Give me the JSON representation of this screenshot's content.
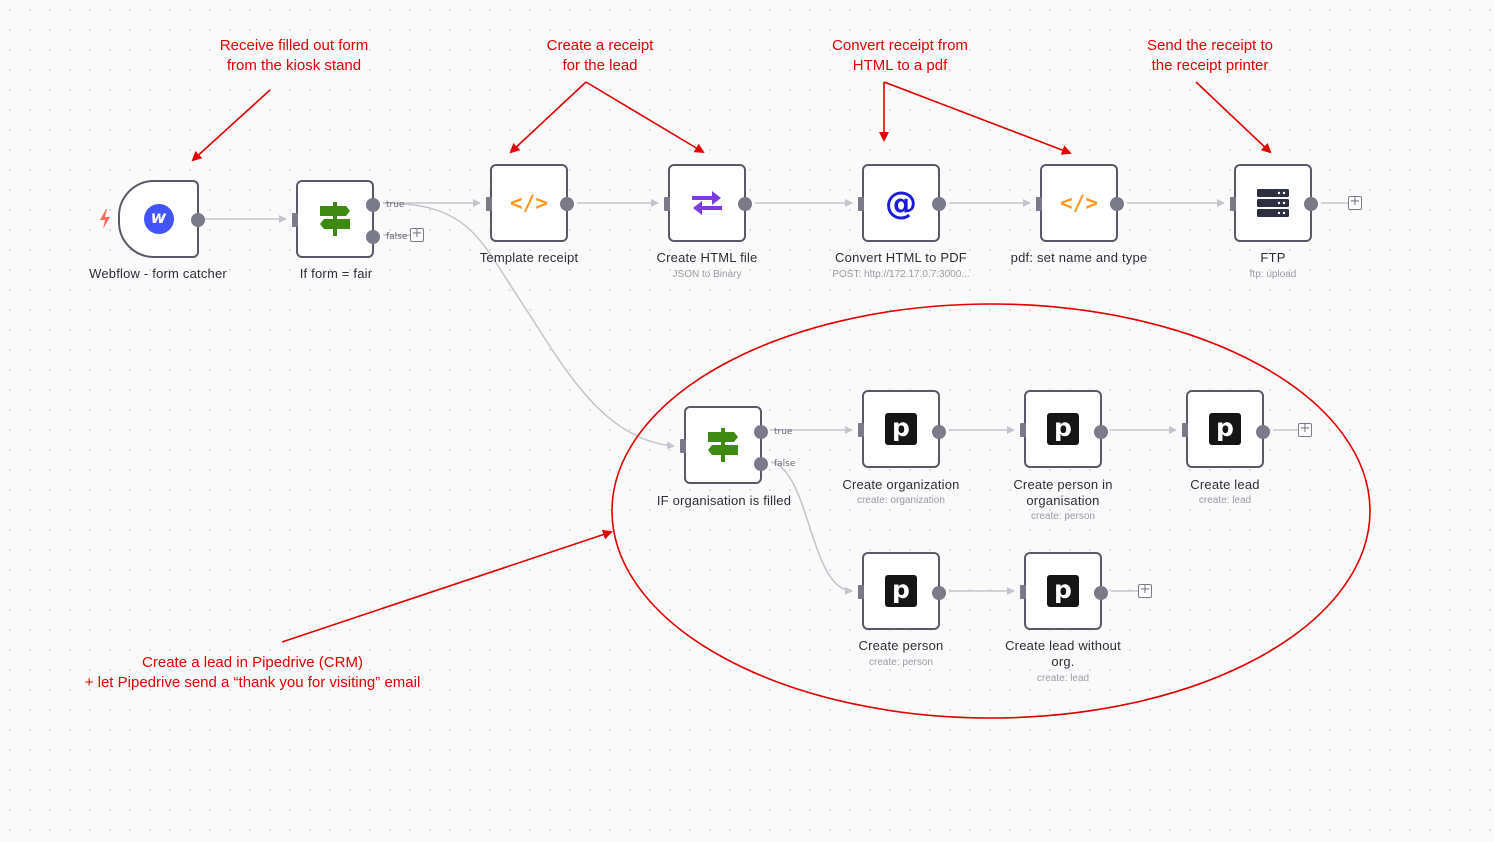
{
  "annotations": {
    "receive_form": [
      "Receive filled out form",
      "from the kiosk stand"
    ],
    "create_receipt": [
      "Create a receipt",
      "for the lead"
    ],
    "convert_receipt": [
      "Convert receipt from",
      "HTML to a pdf"
    ],
    "send_receipt": [
      "Send the receipt to",
      "the receipt printer"
    ],
    "create_lead": [
      "Create a lead in Pipedrive (CRM)",
      "+ let Pipedrive send a “thank you for visiting” email"
    ]
  },
  "nodes": {
    "webflow": {
      "title": "Webflow - form catcher",
      "subtitle": "",
      "icon": "webflow-icon"
    },
    "if_fair": {
      "title": "If form = fair",
      "subtitle": "",
      "icon": "signpost-icon",
      "true_label": "true",
      "false_label": "false"
    },
    "template": {
      "title": "Template receipt",
      "subtitle": "",
      "icon": "code-icon"
    },
    "html_file": {
      "title": "Create HTML file",
      "subtitle": "JSON to Binary",
      "icon": "swap-arrows-icon"
    },
    "convert_pdf": {
      "title": "Convert HTML to PDF",
      "subtitle": "POST: http://172.17.0.7:3000...",
      "icon": "at-sign-icon"
    },
    "pdf_name": {
      "title": "pdf: set name and type",
      "subtitle": "",
      "icon": "code-icon"
    },
    "ftp": {
      "title": "FTP",
      "subtitle": "ftp: upload",
      "icon": "server-icon"
    },
    "if_org": {
      "title": "IF organisation is filled",
      "subtitle": "",
      "icon": "signpost-icon",
      "true_label": "true",
      "false_label": "false"
    },
    "create_org": {
      "title": "Create organization",
      "subtitle": "create: organization",
      "icon": "pipedrive-icon"
    },
    "create_person_org": {
      "title": "Create person in\norganisation",
      "subtitle": "create: person",
      "icon": "pipedrive-icon"
    },
    "create_lead": {
      "title": "Create lead",
      "subtitle": "create: lead",
      "icon": "pipedrive-icon"
    },
    "create_person": {
      "title": "Create person",
      "subtitle": "create: person",
      "icon": "pipedrive-icon"
    },
    "create_lead_no_org": {
      "title": "Create lead without\norg.",
      "subtitle": "create: lead",
      "icon": "pipedrive-icon"
    }
  },
  "icon_glyphs": {
    "code": "</>",
    "pipedrive": "p",
    "webflow": "w",
    "at": "@",
    "plus": "+"
  },
  "colors": {
    "annotation": "#e00000",
    "node_border": "#5a5a66",
    "handle": "#7a7a88",
    "wire": "#c4c4cc",
    "code_icon": "#ff9922",
    "swap_icon": "#7d3cde",
    "at_icon": "#1a1ad8",
    "signpost_icon": "#3f8a12",
    "webflow": "#4353ff",
    "pipedrive": "#151515",
    "server_icon": "#2d3040",
    "trigger_bolt": "#ff6d5a"
  }
}
